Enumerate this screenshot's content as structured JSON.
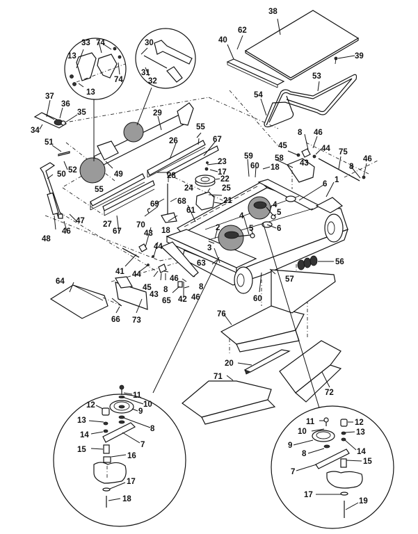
{
  "diagram": {
    "title": "Mower deck exploded parts view",
    "type": "exploded-parts-diagram",
    "callouts": {
      "c1": "1",
      "c2": "2",
      "c3": "3",
      "c4a": "4",
      "c4b": "4",
      "c5a": "5",
      "c5b": "5",
      "c6a": "6",
      "c6b": "6",
      "c8a": "8",
      "c8b": "8",
      "c8c": "8",
      "c8d": "8",
      "c13a": "13",
      "c13b": "13",
      "c17": "17",
      "c18a": "18",
      "c18b": "18",
      "c20": "20",
      "c21": "21",
      "c22": "22",
      "c23": "23",
      "c24": "24",
      "c25": "25",
      "c26": "26",
      "c27": "27",
      "c28": "28",
      "c29": "29",
      "c30": "30",
      "c31": "31",
      "c32": "32",
      "c33": "33",
      "c34": "34",
      "c35": "35",
      "c36": "36",
      "c37": "37",
      "c38": "38",
      "c39": "39",
      "c40": "40",
      "c41": "41",
      "c42": "42",
      "c43a": "43",
      "c43b": "43",
      "c43c": "43",
      "c44a": "44",
      "c44b": "44",
      "c44c": "44",
      "c45a": "45",
      "c45b": "45",
      "c46a": "46",
      "c46b": "46",
      "c46c": "46",
      "c46d": "46",
      "c46e": "46",
      "c47": "47",
      "c48": "48",
      "c49": "49",
      "c50": "50",
      "c51": "51",
      "c52": "52",
      "c53": "53",
      "c54": "54",
      "c55a": "55",
      "c55b": "55",
      "c56": "56",
      "c57": "57",
      "c58": "58",
      "c59": "59",
      "c60a": "60",
      "c60b": "60",
      "c61": "61",
      "c62": "62",
      "c63": "63",
      "c64": "64",
      "c65": "65",
      "c66": "66",
      "c67a": "67",
      "c67b": "67",
      "c68": "68",
      "c69": "69",
      "c70": "70",
      "c71": "71",
      "c72": "72",
      "c73": "73",
      "c74a": "74",
      "c74b": "74",
      "c75": "75",
      "c76": "76"
    },
    "detail_left": {
      "c7": "7",
      "c8": "8",
      "c9": "9",
      "c10": "10",
      "c11": "11",
      "c12": "12",
      "c13": "13",
      "c14": "14",
      "c15": "15",
      "c16": "16",
      "c17": "17",
      "c18": "18"
    },
    "detail_right": {
      "c7": "7",
      "c8": "8",
      "c9": "9",
      "c10": "10",
      "c11": "11",
      "c12": "12",
      "c13": "13",
      "c14": "14",
      "c15": "15",
      "c17": "17",
      "c19": "19"
    }
  }
}
